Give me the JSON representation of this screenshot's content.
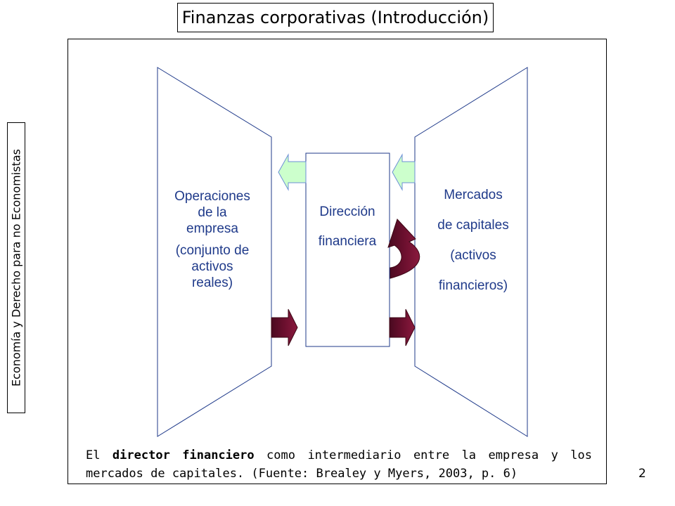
{
  "slide": {
    "title": "Finanzas corporativas (Introducción)",
    "side_label": "Economía y Derecho para no Economistas",
    "page_number": "2"
  },
  "diagram": {
    "operations": {
      "line1": "Operaciones",
      "line2": "de la",
      "line3": "empresa",
      "line4": "(conjunto de",
      "line5": "activos",
      "line6": "reales)"
    },
    "direction": {
      "line1": "Dirección",
      "line2": "financiera"
    },
    "markets": {
      "line1": "Mercados",
      "line2": "de capitales",
      "line3": "(activos",
      "line4": "financieros)"
    },
    "colors": {
      "outline": "#1f3a8a",
      "text": "#1f3a8a",
      "green_arrow_fill": "#ccffcc",
      "green_arrow_stroke": "#6b8fd6",
      "maroon_arrow": "#6b0f2e"
    }
  },
  "caption": {
    "part1": "El ",
    "bold": "director financiero",
    "part2": " como intermediario entre la empresa y los mercados de capitales. (Fuente: Brealey y Myers, 2003, p. 6)"
  }
}
